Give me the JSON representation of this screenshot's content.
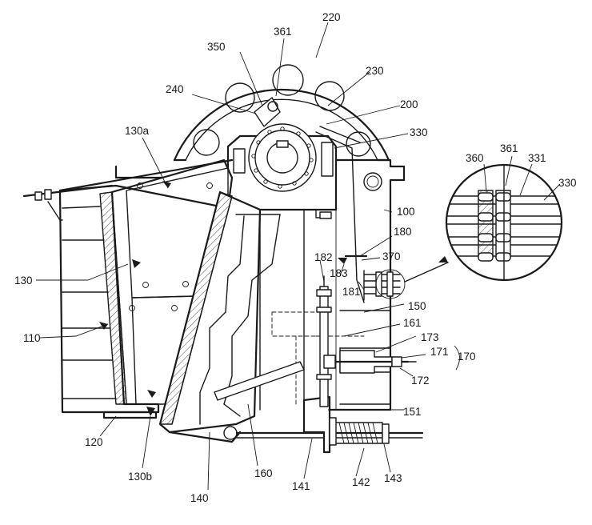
{
  "labels": {
    "l220": "220",
    "l361": "361",
    "l350": "350",
    "l230": "230",
    "l240": "240",
    "l200": "200",
    "l130a": "130a",
    "l330": "330",
    "l100": "100",
    "l180": "180",
    "l182": "182",
    "l370": "370",
    "l183": "183",
    "l181": "181",
    "l130": "130",
    "l150": "150",
    "l161": "161",
    "l110": "110",
    "l173": "173",
    "l171": "171",
    "l170": "170",
    "l172": "172",
    "l151": "151",
    "l120": "120",
    "l160": "160",
    "l130b": "130b",
    "l141": "141",
    "l142": "142",
    "l143": "143",
    "l140": "140"
  },
  "detail": {
    "l361": "361",
    "l360": "360",
    "l331": "331",
    "l330": "330"
  }
}
